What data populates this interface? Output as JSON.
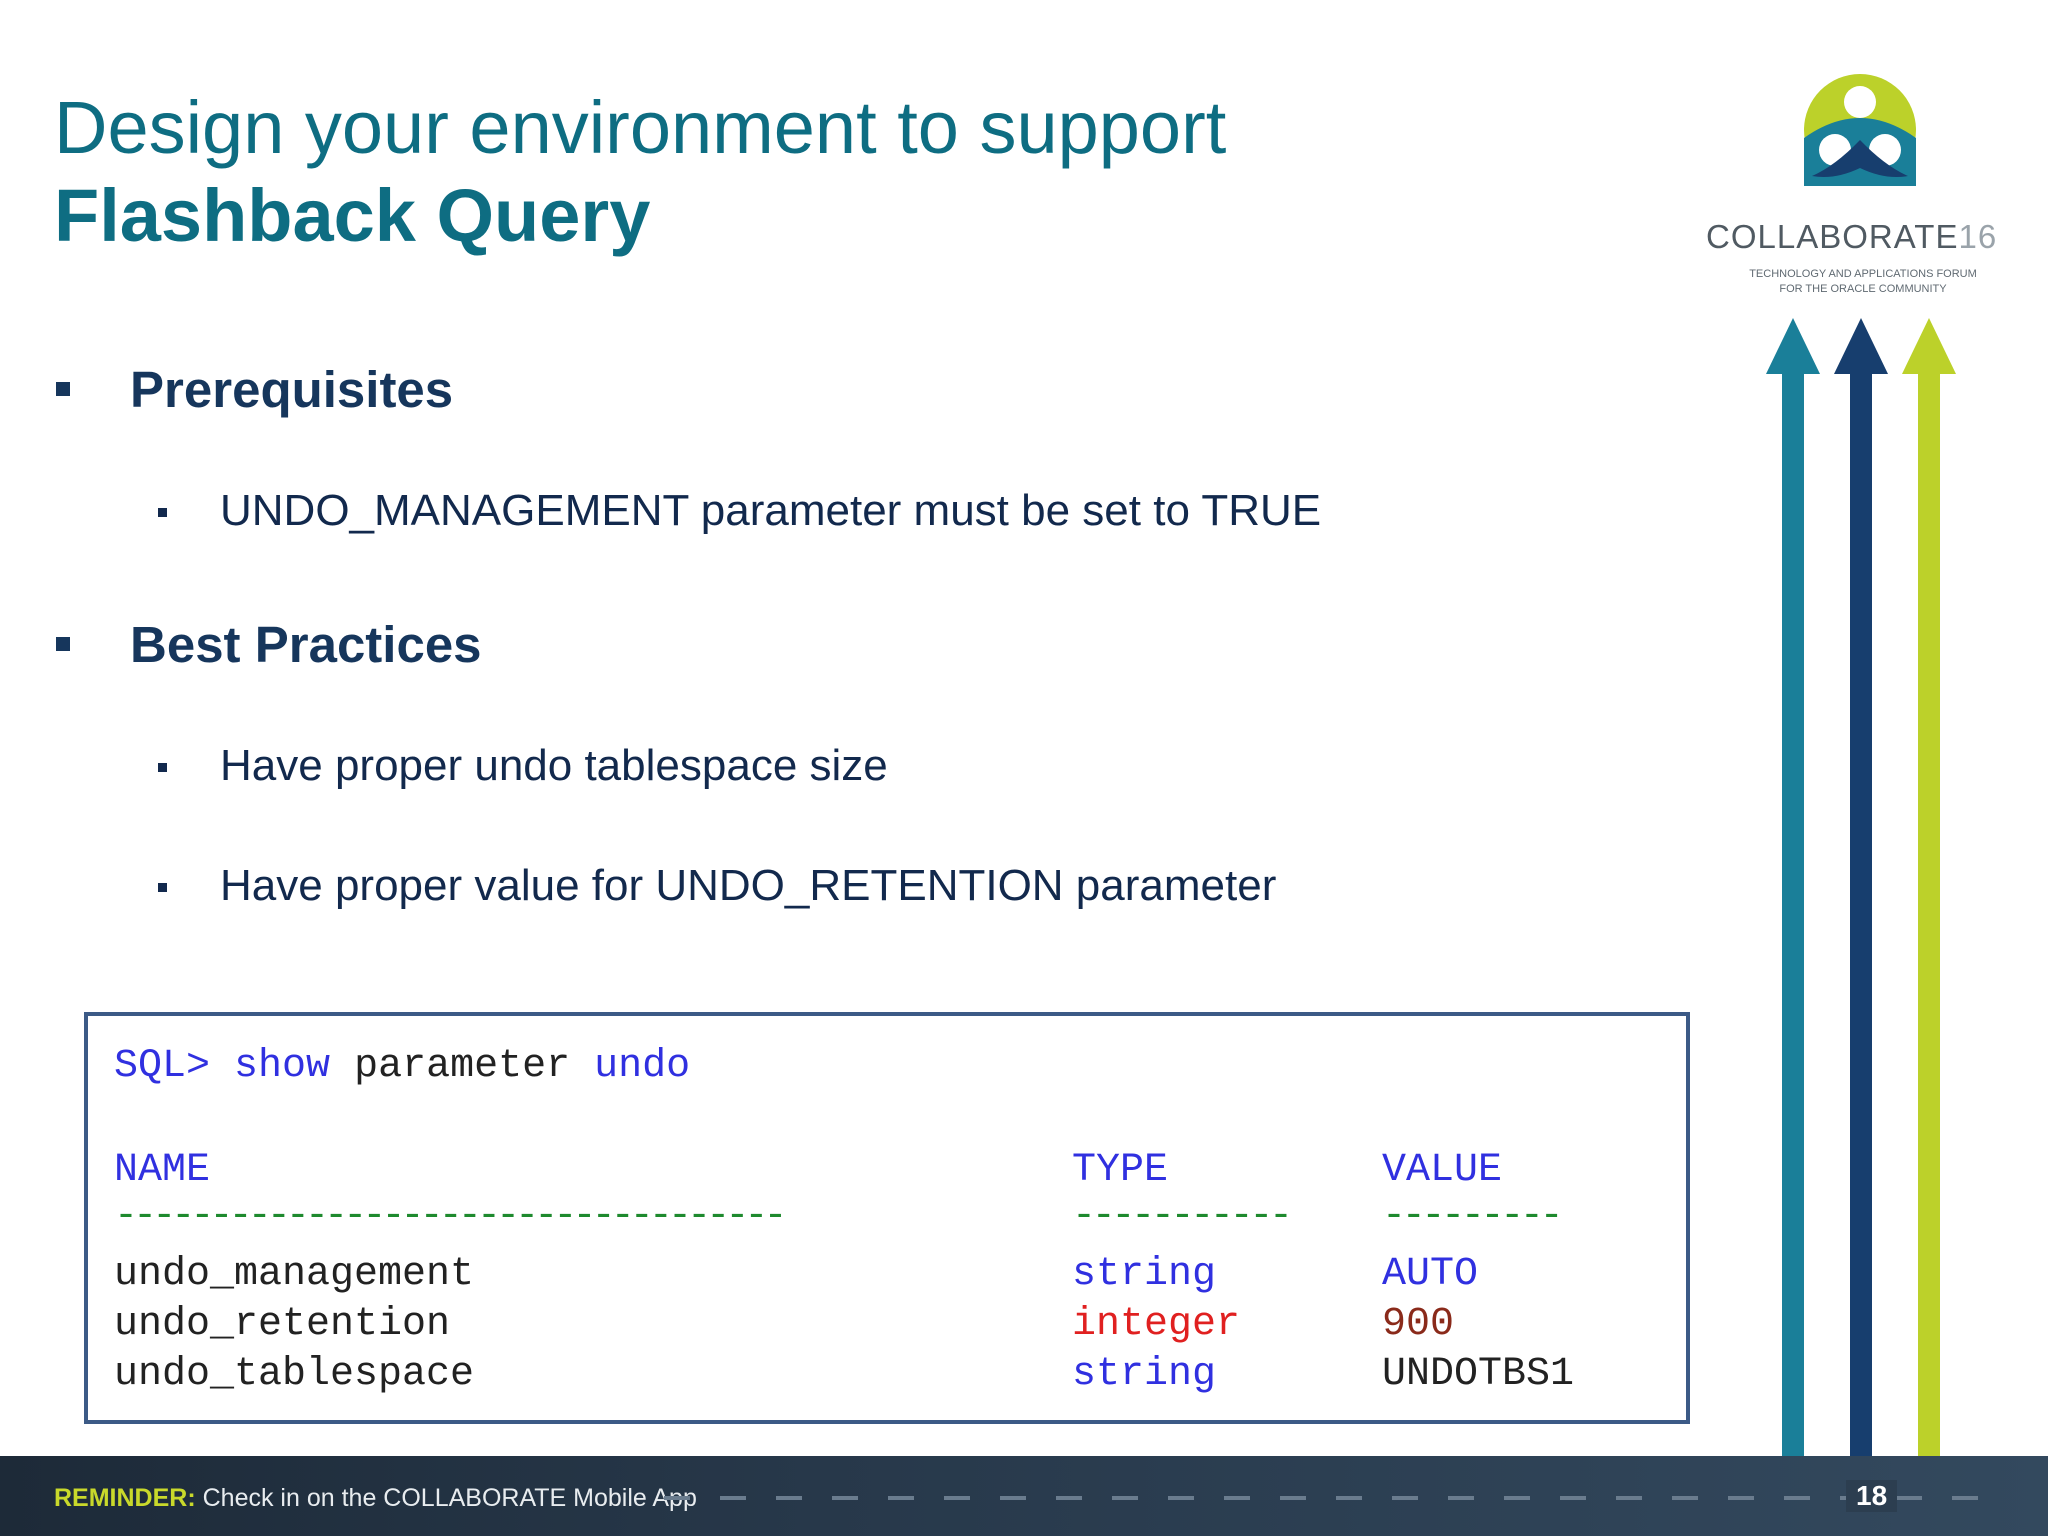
{
  "slide": {
    "title_line1": "Design your environment to support",
    "title_line2": "Flashback Query",
    "sections": [
      {
        "heading": "Prerequisites",
        "items": [
          "UNDO_MANAGEMENT parameter must be set to TRUE"
        ]
      },
      {
        "heading": "Best Practices",
        "items": [
          "Have proper undo tablespace size",
          "Have proper value for UNDO_RETENTION parameter"
        ]
      }
    ],
    "sql": {
      "prompt": "SQL>",
      "command_show": "show",
      "command_parameter": "parameter",
      "command_arg": "undo",
      "headers": {
        "name": "NAME",
        "type": "TYPE",
        "value": "VALUE"
      },
      "separators": {
        "name": "-----------------------------------",
        "type": "-----------",
        "value": "---------"
      },
      "rows": [
        {
          "name": "undo_management",
          "type": "string",
          "value": "AUTO"
        },
        {
          "name": "undo_retention",
          "type": "integer",
          "value": "900"
        },
        {
          "name": "undo_tablespace",
          "type": "string",
          "value": "UNDOTBS1"
        }
      ]
    }
  },
  "logo": {
    "word": "COLLABORATE",
    "number": "16",
    "tagline_line1": "TECHNOLOGY AND APPLICATIONS FORUM",
    "tagline_line2": "FOR THE ORACLE COMMUNITY"
  },
  "footer": {
    "reminder_label": "REMINDER:",
    "reminder_text": "Check in on the COLLABORATE Mobile App",
    "page_number": "18"
  },
  "colors": {
    "title": "#0e6d82",
    "heading": "#16365c",
    "arrow_teal": "#1a7f99",
    "arrow_navy": "#173e6e",
    "arrow_lime": "#bcd12a"
  }
}
